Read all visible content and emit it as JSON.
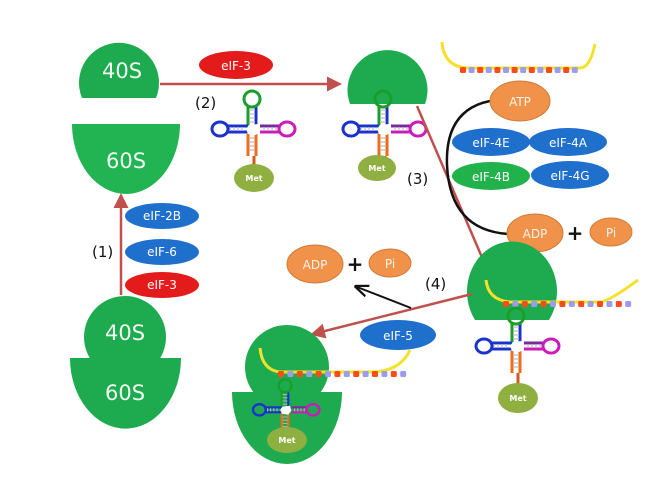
{
  "colors": {
    "ribosome": "#1eaa4e",
    "ribosome_light": "#22b452",
    "arrow": "#c0504d",
    "black_arrow": "#111111",
    "eif_blue": "#1f6fcc",
    "eif_red": "#e31b1b",
    "eif_green": "#22b24c",
    "nucleotide": "#f0924a",
    "met": "#8fb040",
    "mrna": "#f5e12a",
    "codon_red": "#ff4a1a",
    "codon_blue": "#9b9bef",
    "trna_green": "#1a9e2a",
    "trna_blue": "#1a33cc",
    "trna_magenta": "#cc1abb",
    "trna_orange": "#f26b1a"
  },
  "subunits": {
    "small": "40S",
    "large": "60S"
  },
  "steps": {
    "step1": "(1)",
    "step2": "(2)",
    "step3": "(3)",
    "step4": "(4)"
  },
  "factors": {
    "step1": [
      "eIF-2B",
      "eIF-6",
      "eIF-3"
    ],
    "step2": "eIF-3",
    "step3": [
      "eIF-4E",
      "eIF-4A",
      "eIF-4B",
      "eIF-4G"
    ],
    "step4": "eIF-5"
  },
  "nucleotides": {
    "atp": "ATP",
    "adp": "ADP",
    "pi": "Pi",
    "plus": "+"
  },
  "amino_acid": "Met"
}
